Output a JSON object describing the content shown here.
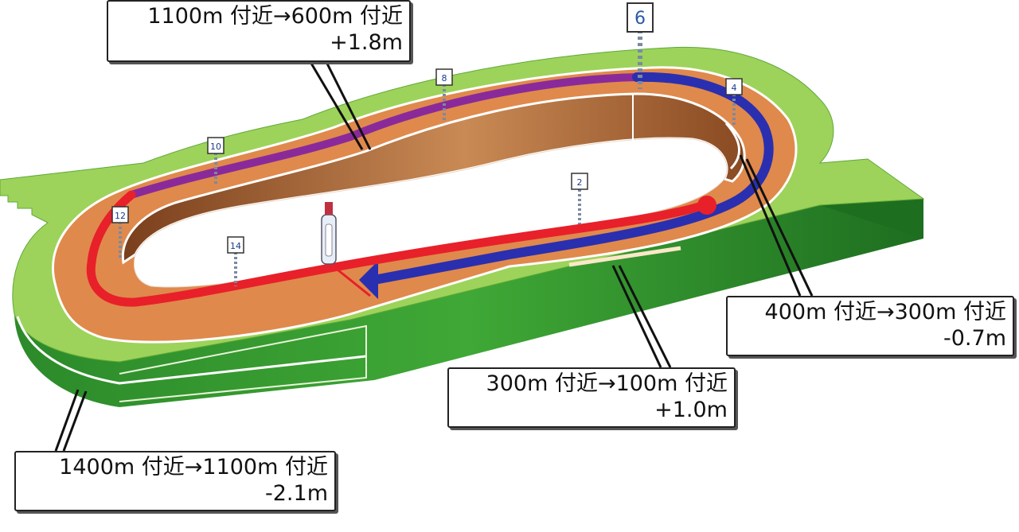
{
  "course": {
    "colors": {
      "turf_light": "#9dd35a",
      "turf_dark": "#2f9a2a",
      "dirt_track": "#e0894c",
      "infield_wall": "#9a5a2e",
      "section_red": "#e8202a",
      "section_blue": "#2a2fb0",
      "section_purple": "#8a2a9a"
    },
    "furlong_poles": [
      "2",
      "4",
      "6",
      "8",
      "10",
      "12",
      "14"
    ]
  },
  "callouts": [
    {
      "id": "a",
      "line1": "1100m 付近→600m 付近",
      "line2": "+1.8m"
    },
    {
      "id": "b",
      "line1": "400m 付近→300m 付近",
      "line2": "-0.7m"
    },
    {
      "id": "c",
      "line1": "300m 付近→100m 付近",
      "line2": "+1.0m"
    },
    {
      "id": "d",
      "line1": "1400m 付近→1100m 付近",
      "line2": "-2.1m"
    }
  ]
}
